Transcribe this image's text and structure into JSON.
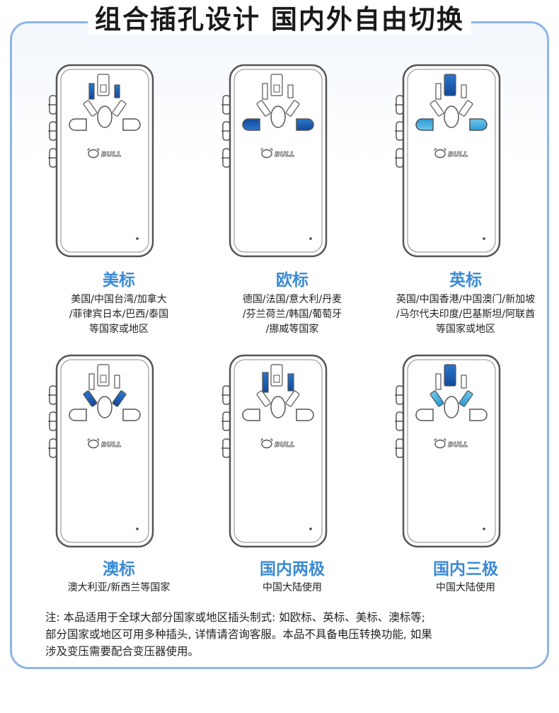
{
  "header": {
    "title": "组合插孔设计 国内外自由切换"
  },
  "brand": "BULL",
  "colors": {
    "frame": "#8eb5e6",
    "accent_text": "#3c8ad4",
    "pin_dark": "#1f5fb5",
    "pin_light": "#4fb3e0"
  },
  "standards": [
    {
      "name": "美标",
      "desc": [
        "美国/中国台湾/加拿大",
        "/菲律宾日本/巴西/泰国",
        "等国家或地区"
      ]
    },
    {
      "name": "欧标",
      "desc": [
        "德国/法国/意大利/丹麦",
        "/芬兰荷兰/韩国/葡萄牙",
        "/挪威等国家"
      ]
    },
    {
      "name": "英标",
      "desc": [
        "英国/中国香港/中国澳门/新加坡",
        "/马尔代夫印度/巴基斯坦/阿联酋",
        "等国家或地区"
      ]
    },
    {
      "name": "澳标",
      "desc": [
        "澳大利亚/新西兰等国家"
      ]
    },
    {
      "name": "国内两极",
      "desc": [
        "中国大陆使用"
      ]
    },
    {
      "name": "国内三极",
      "desc": [
        "中国大陆使用"
      ]
    }
  ],
  "note": [
    "注: 本品适用于全球大部分国家或地区插头制式: 如欧标、英标、美标、澳标等;",
    "部分国家或地区可用多种插头, 详情请咨询客服。本品不具备电压转换功能, 如果",
    "涉及变压需要配合变压器使用。"
  ]
}
